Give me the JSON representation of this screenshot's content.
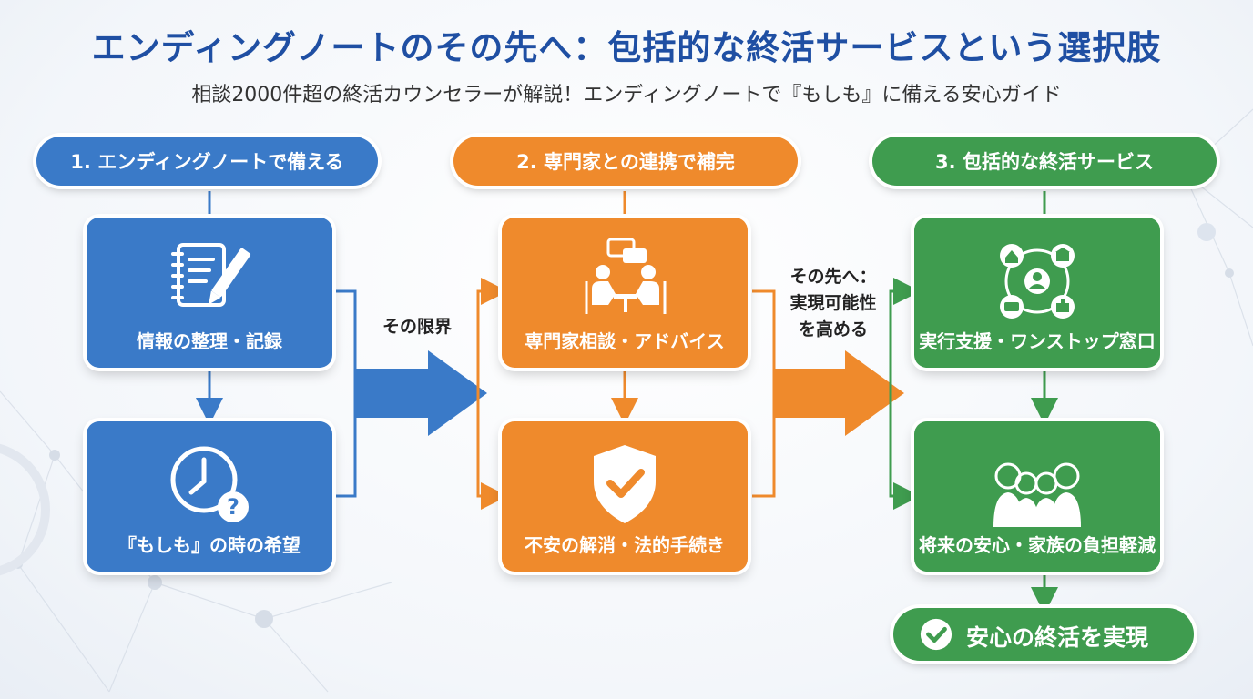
{
  "header": {
    "title": "エンディングノートのその先へ：包括的な終活サービスという選択肢",
    "subtitle": "相談2000件超の終活カウンセラーが解説！エンディングノートで『もしも』に備える安心ガイド"
  },
  "columns": [
    {
      "heading": "1. エンディングノートで備える",
      "cards": [
        {
          "label": "情報の整理・記録",
          "icon": "notebook-pen-icon"
        },
        {
          "label": "『もしも』の時の希望",
          "icon": "clock-question-icon"
        }
      ]
    },
    {
      "heading": "2. 専門家との連携で補完",
      "cards": [
        {
          "label": "専門家相談・アドバイス",
          "icon": "consultation-icon"
        },
        {
          "label": "不安の解消・法的手続き",
          "icon": "shield-check-icon"
        }
      ]
    },
    {
      "heading": "3. 包括的な終活サービス",
      "cards": [
        {
          "label": "実行支援・ワンストップ窓口",
          "icon": "service-network-icon"
        },
        {
          "label": "将来の安心・家族の負担軽減",
          "icon": "family-icon"
        }
      ]
    }
  ],
  "transitions": {
    "limit": "その限界",
    "beyond": [
      "その先へ：",
      "実現可能性",
      "を高める"
    ]
  },
  "final": {
    "label": "安心の終活を実現",
    "icon": "check-circle-icon"
  },
  "colors": {
    "title": "#1f4fa3",
    "blue": "#3a7ac8",
    "orange": "#ef8a2c",
    "green": "#3f9c4f"
  }
}
